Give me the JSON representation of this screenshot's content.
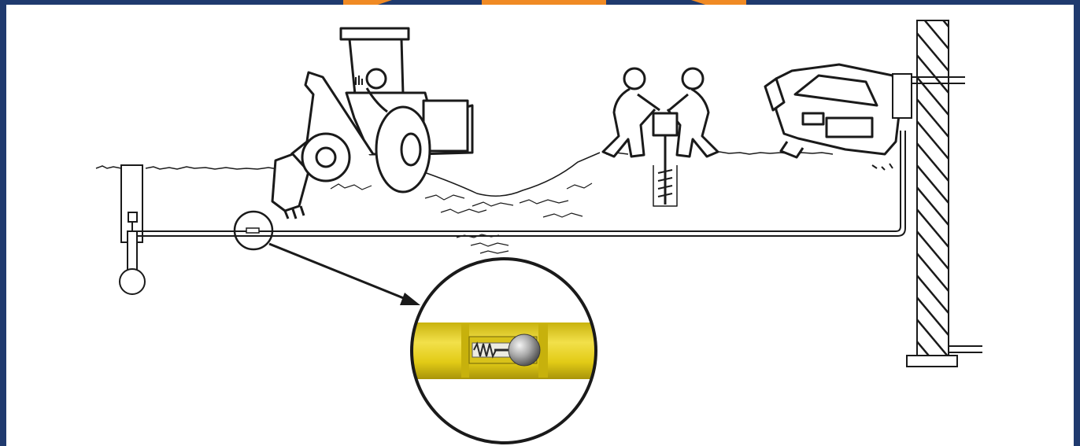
{
  "diagram": {
    "colors": {
      "frame": "#1f3a6e",
      "top_accent": "#f08a24",
      "line": "#1a1a1a",
      "pipe_yellow": "#e9d21a",
      "pipe_yellow_dark": "#b9a40d",
      "valve_steel": "#9a9a9a"
    },
    "elements": {
      "gas_meter_post": "meter-post",
      "curb_valve": "curb-valve",
      "service_line": "service-line",
      "magnifier": "magnifier-callout",
      "excess_flow_valve": "excess-flow-valve",
      "backhoe": "backhoe-icon",
      "workers": "workers-drilling-icon",
      "car": "crashed-car-icon",
      "building_wall": "building-wall"
    }
  }
}
